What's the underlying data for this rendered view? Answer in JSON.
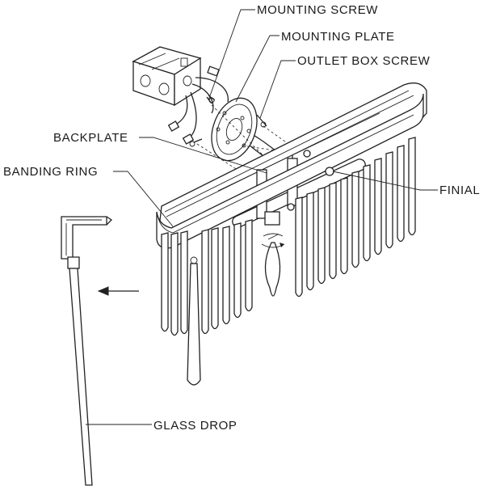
{
  "labels": {
    "mounting_screw": "MOUNTING SCREW",
    "mounting_plate": "MOUNTING PLATE",
    "outlet_box_screw": "OUTLET BOX SCREW",
    "backplate": "BACKPLATE",
    "banding_ring": "BANDING RING",
    "finial": "FINIAL",
    "glass_drop": "GLASS DROP"
  }
}
